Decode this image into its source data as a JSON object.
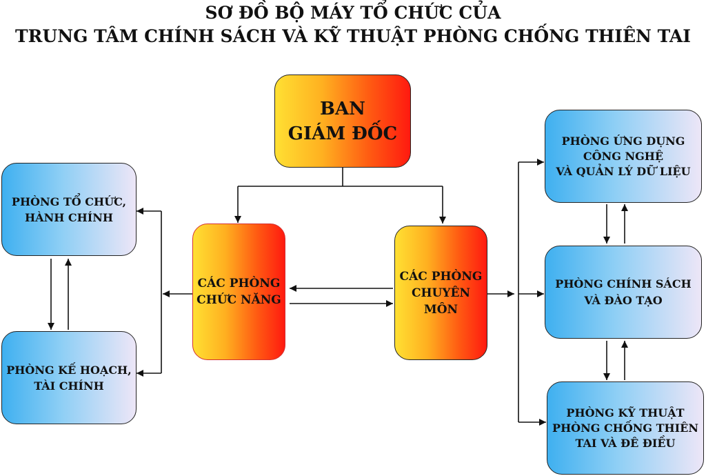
{
  "title": {
    "line1": "SƠ ĐỒ BỘ MÁY TỔ CHỨC CỦA",
    "line2": "TRUNG TÂM CHÍNH SÁCH VÀ KỸ THUẬT PHÒNG CHỐNG THIÊN TAI"
  },
  "nodes": {
    "ban_giam_doc": [
      "BAN",
      "GIÁM ĐỐC"
    ],
    "cac_phong_chuc_nang": [
      "CÁC PHÒNG",
      "CHỨC NĂNG"
    ],
    "cac_phong_chuyen_mon": [
      "CÁC PHÒNG",
      "CHUYÊN",
      "MÔN"
    ],
    "phong_to_chuc": [
      "PHÒNG TỔ CHỨC,",
      "HÀNH CHÍNH"
    ],
    "phong_ke_hoach": [
      "PHÒNG KẾ HOẠCH,",
      "TÀI CHÍNH"
    ],
    "phong_ung_dung": [
      "PHÒNG ỨNG DỤNG",
      "CÔNG NGHỆ",
      "VÀ QUẢN LÝ DỮ LIỆU"
    ],
    "phong_chinh_sach": [
      "PHÒNG CHÍNH SÁCH",
      "VÀ ĐÀO TẠO"
    ],
    "phong_ky_thuat": [
      "PHÒNG KỸ THUẬT",
      "PHÒNG CHỐNG THIÊN",
      "TAI VÀ ĐÊ ĐIỀU"
    ]
  }
}
